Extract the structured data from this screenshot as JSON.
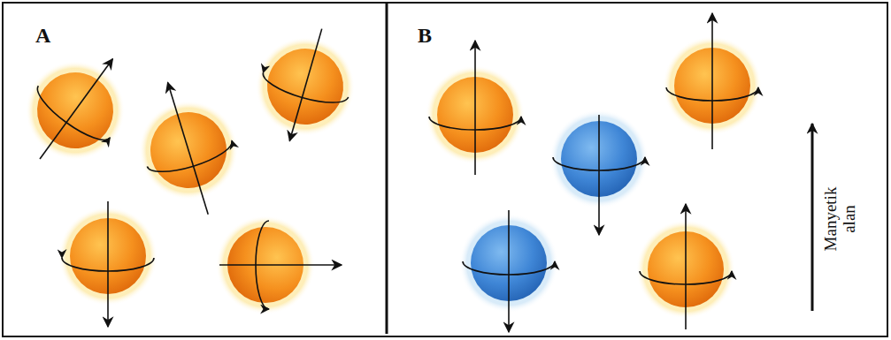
{
  "diagram": {
    "labels": [
      "A",
      "B",
      "Manyetik alan"
    ]
  }
}
